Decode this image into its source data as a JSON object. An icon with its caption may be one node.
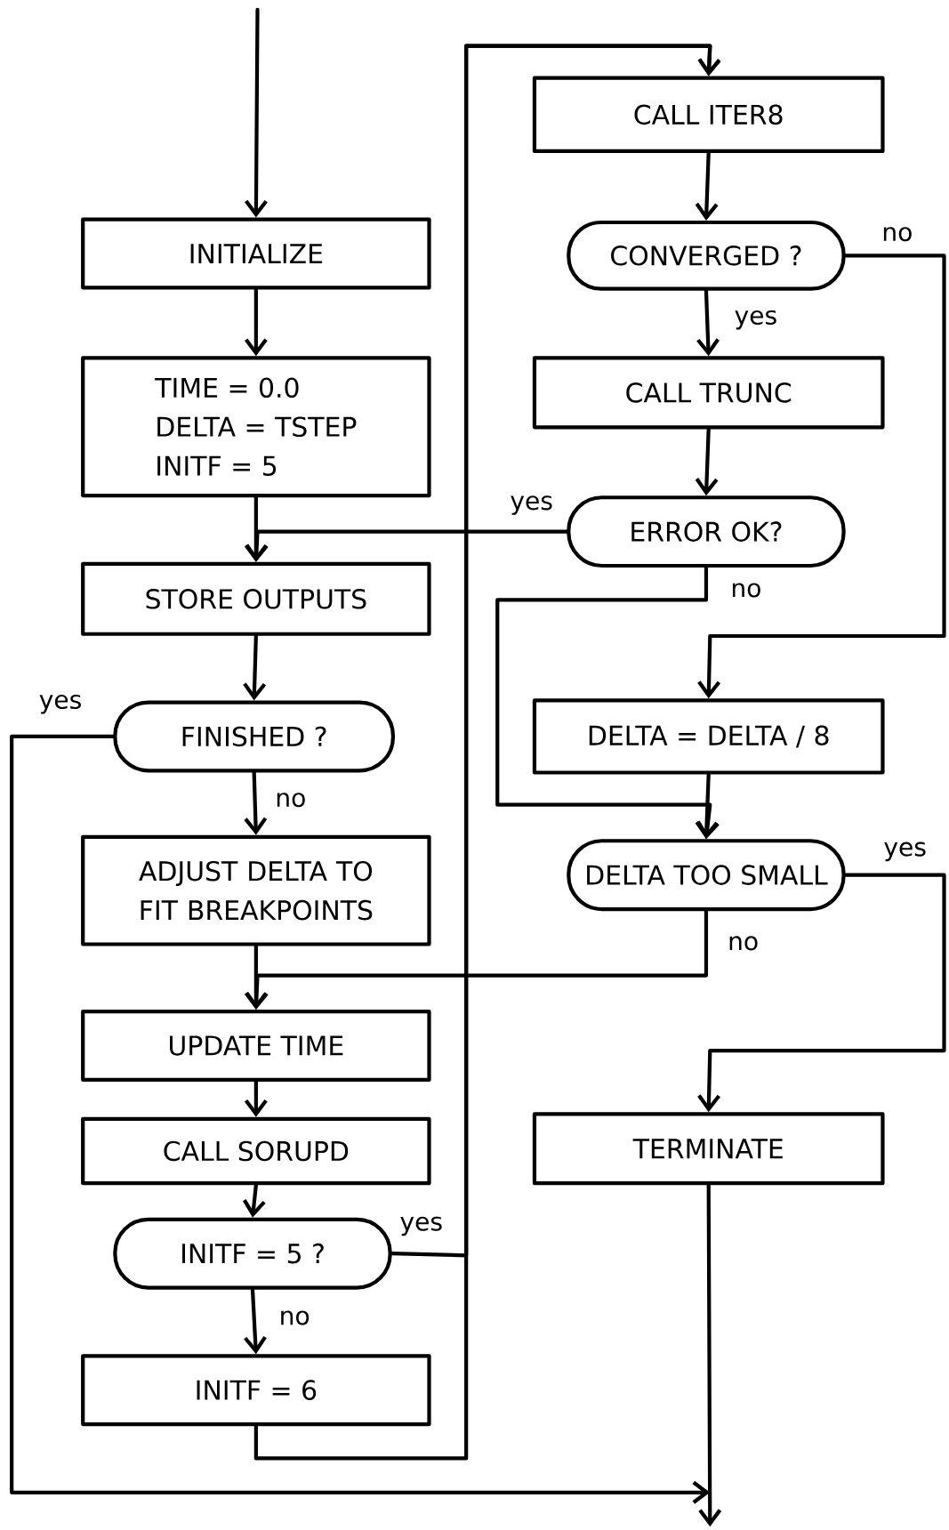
{
  "diagram": {
    "nodes": [
      {
        "text": [
          "INITIALIZE"
        ]
      },
      {
        "text": [
          "TIME = 0.0",
          "DELTA = TSTEP",
          "INITF = 5"
        ]
      },
      {
        "text": [
          "STORE OUTPUTS"
        ]
      },
      {
        "text": [
          "FINISHED ?"
        ]
      },
      {
        "text": [
          "ADJUST DELTA TO FIT BREAKPOINTS"
        ]
      },
      {
        "text": [
          "UPDATE TIME"
        ]
      },
      {
        "text": [
          "CALL SORUPD"
        ]
      },
      {
        "text": [
          "INITF = 5 ?"
        ]
      },
      {
        "text": [
          "INITF = 6"
        ]
      },
      {
        "text": [
          "CALL ITER8"
        ]
      },
      {
        "text": [
          "CONVERGED ?"
        ]
      },
      {
        "text": [
          "CALL TRUNC"
        ]
      },
      {
        "text": [
          "ERROR OK?"
        ]
      },
      {
        "text": [
          "DELTA = DELTA / 8"
        ]
      },
      {
        "text": [
          "DELTA TOO SMALL"
        ]
      },
      {
        "text": [
          "TERMINATE"
        ]
      }
    ],
    "edges": [
      {
        "from": null,
        "to": 0,
        "arrow": "to"
      },
      {
        "from": 0,
        "to": 1,
        "arrow": "to"
      },
      {
        "from": 1,
        "to": 2,
        "arrow": "to"
      },
      {
        "from": 2,
        "to": 3,
        "arrow": "to"
      },
      {
        "from": 3,
        "to": 4,
        "arrow": "to",
        "label": "no"
      },
      {
        "from": 4,
        "to": 5,
        "arrow": "to"
      },
      {
        "from": 5,
        "to": 6,
        "arrow": "to"
      },
      {
        "from": 6,
        "to": 7,
        "arrow": "to"
      },
      {
        "from": 7,
        "to": 8,
        "arrow": "to",
        "label": "no"
      },
      {
        "from": 7,
        "to": 9,
        "arrow": "to",
        "label": "yes"
      },
      {
        "from": 8,
        "to": 9,
        "arrow": "to"
      },
      {
        "from": 9,
        "to": 10,
        "arrow": "to"
      },
      {
        "from": 10,
        "to": 11,
        "arrow": "to",
        "label": "yes"
      },
      {
        "from": 11,
        "to": 12,
        "arrow": "to"
      },
      {
        "from": 12,
        "to": 2,
        "arrow": "to",
        "label": "yes"
      },
      {
        "from": 12,
        "to": 14,
        "arrow": "to",
        "label": "no"
      },
      {
        "from": 10,
        "to": 13,
        "arrow": "to",
        "label": "no"
      },
      {
        "from": 13,
        "to": 14,
        "arrow": "to"
      },
      {
        "from": 14,
        "to": 5,
        "arrow": "to",
        "label": "no"
      },
      {
        "from": 14,
        "to": 15,
        "arrow": "to",
        "label": "yes"
      },
      {
        "from": 3,
        "to": null,
        "arrow": "to",
        "label": "yes"
      },
      {
        "from": 15,
        "to": null,
        "arrow": "to"
      }
    ]
  }
}
